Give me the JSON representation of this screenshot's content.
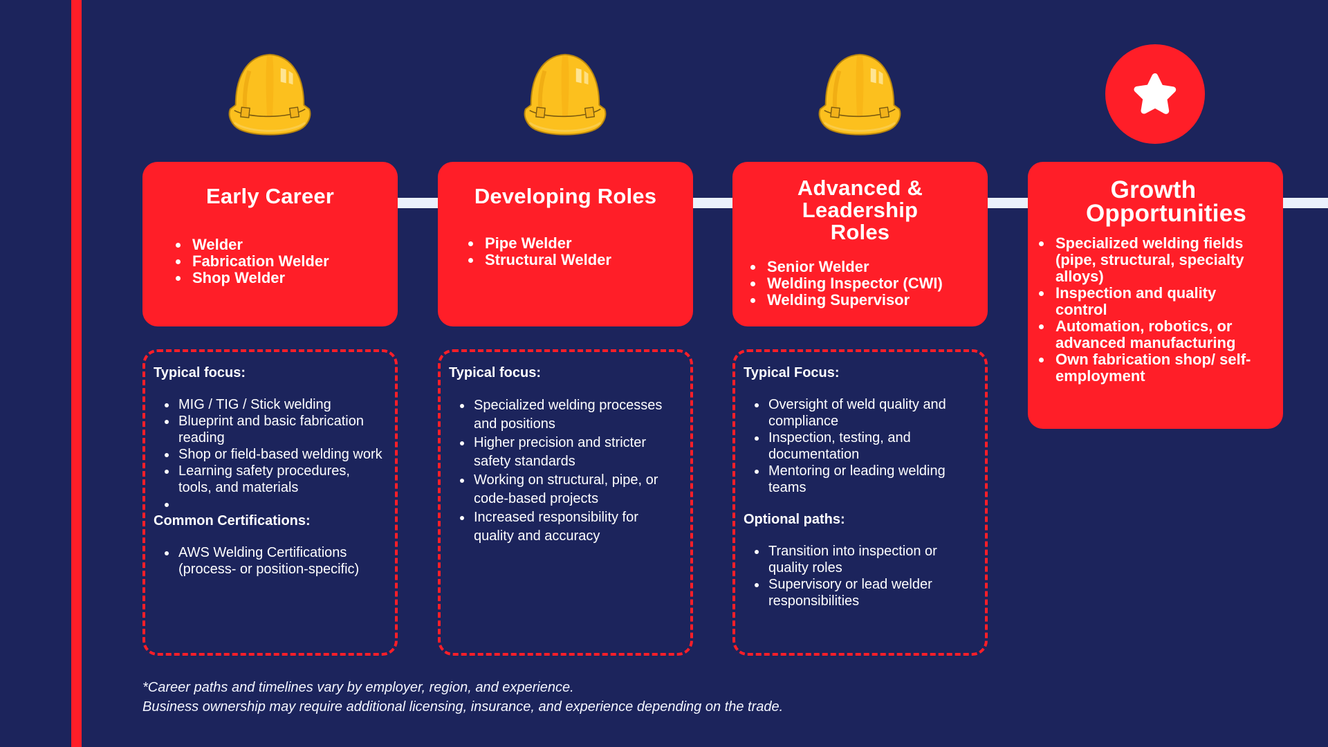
{
  "colors": {
    "background": "#1c245c",
    "accent_red": "#ff1e28",
    "connector": "#eaf1fc",
    "helmet_yellow": "#fcc01e",
    "text": "#ffffff"
  },
  "stages": [
    {
      "icon": "hard-hat-icon",
      "title": "Early Career",
      "roles": [
        "Welder",
        "Fabrication Welder",
        "Shop Welder"
      ],
      "details": [
        {
          "heading": "Typical focus:",
          "items": [
            "MIG / TIG / Stick welding",
            "Blueprint and basic fabrication reading",
            "Shop or field-based welding work",
            "Learning safety procedures, tools, and materials",
            ""
          ]
        },
        {
          "heading": "Common Certifications:",
          "items": [
            "AWS Welding Certifications (process- or position-specific)"
          ]
        }
      ]
    },
    {
      "icon": "hard-hat-icon",
      "title": "Developing Roles",
      "roles": [
        "Pipe Welder",
        "Structural Welder"
      ],
      "details": [
        {
          "heading": "Typical focus:",
          "items": [
            "Specialized welding processes and positions",
            "Higher precision and stricter safety standards",
            "Working on structural, pipe, or code-based projects",
            "Increased responsibility for quality and accuracy"
          ]
        }
      ]
    },
    {
      "icon": "hard-hat-icon",
      "title": "Advanced & Leadership Roles",
      "roles": [
        "Senior Welder",
        "Welding Inspector (CWI)",
        "Welding Supervisor"
      ],
      "details": [
        {
          "heading": "Typical Focus:",
          "items": [
            "Oversight of weld quality and compliance",
            "Inspection, testing, and documentation",
            "Mentoring or leading welding teams"
          ]
        },
        {
          "heading": "Optional paths:",
          "items": [
            "Transition into inspection or quality roles",
            "Supervisory or lead welder responsibilities"
          ]
        }
      ]
    },
    {
      "icon": "star-icon",
      "title": "Growth Opportunities",
      "roles": [
        "Specialized welding fields (pipe, structural, specialty alloys)",
        "Inspection and quality control",
        "Automation, robotics, or advanced manufacturing",
        "Own fabrication shop/ self-employment"
      ]
    }
  ],
  "footer": {
    "line1": "*Career paths and timelines vary by employer, region, and experience.",
    "line2": "Business ownership may require additional licensing, insurance, and experience depending on the trade."
  }
}
